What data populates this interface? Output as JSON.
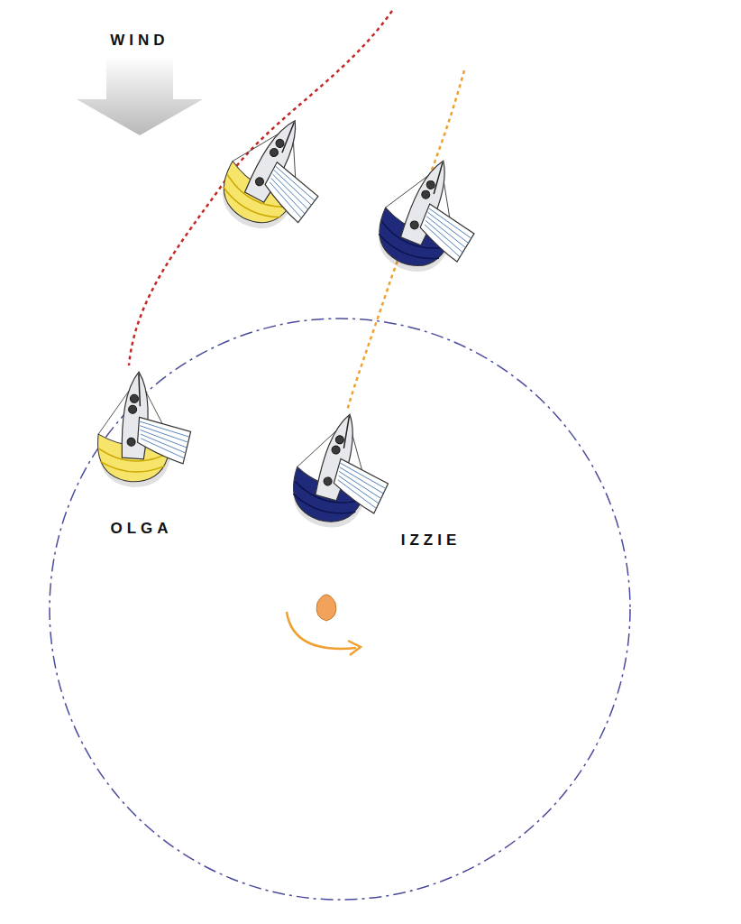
{
  "diagram": {
    "labels": [
      "WIND",
      "OLGA",
      "IZZIE"
    ]
  }
}
